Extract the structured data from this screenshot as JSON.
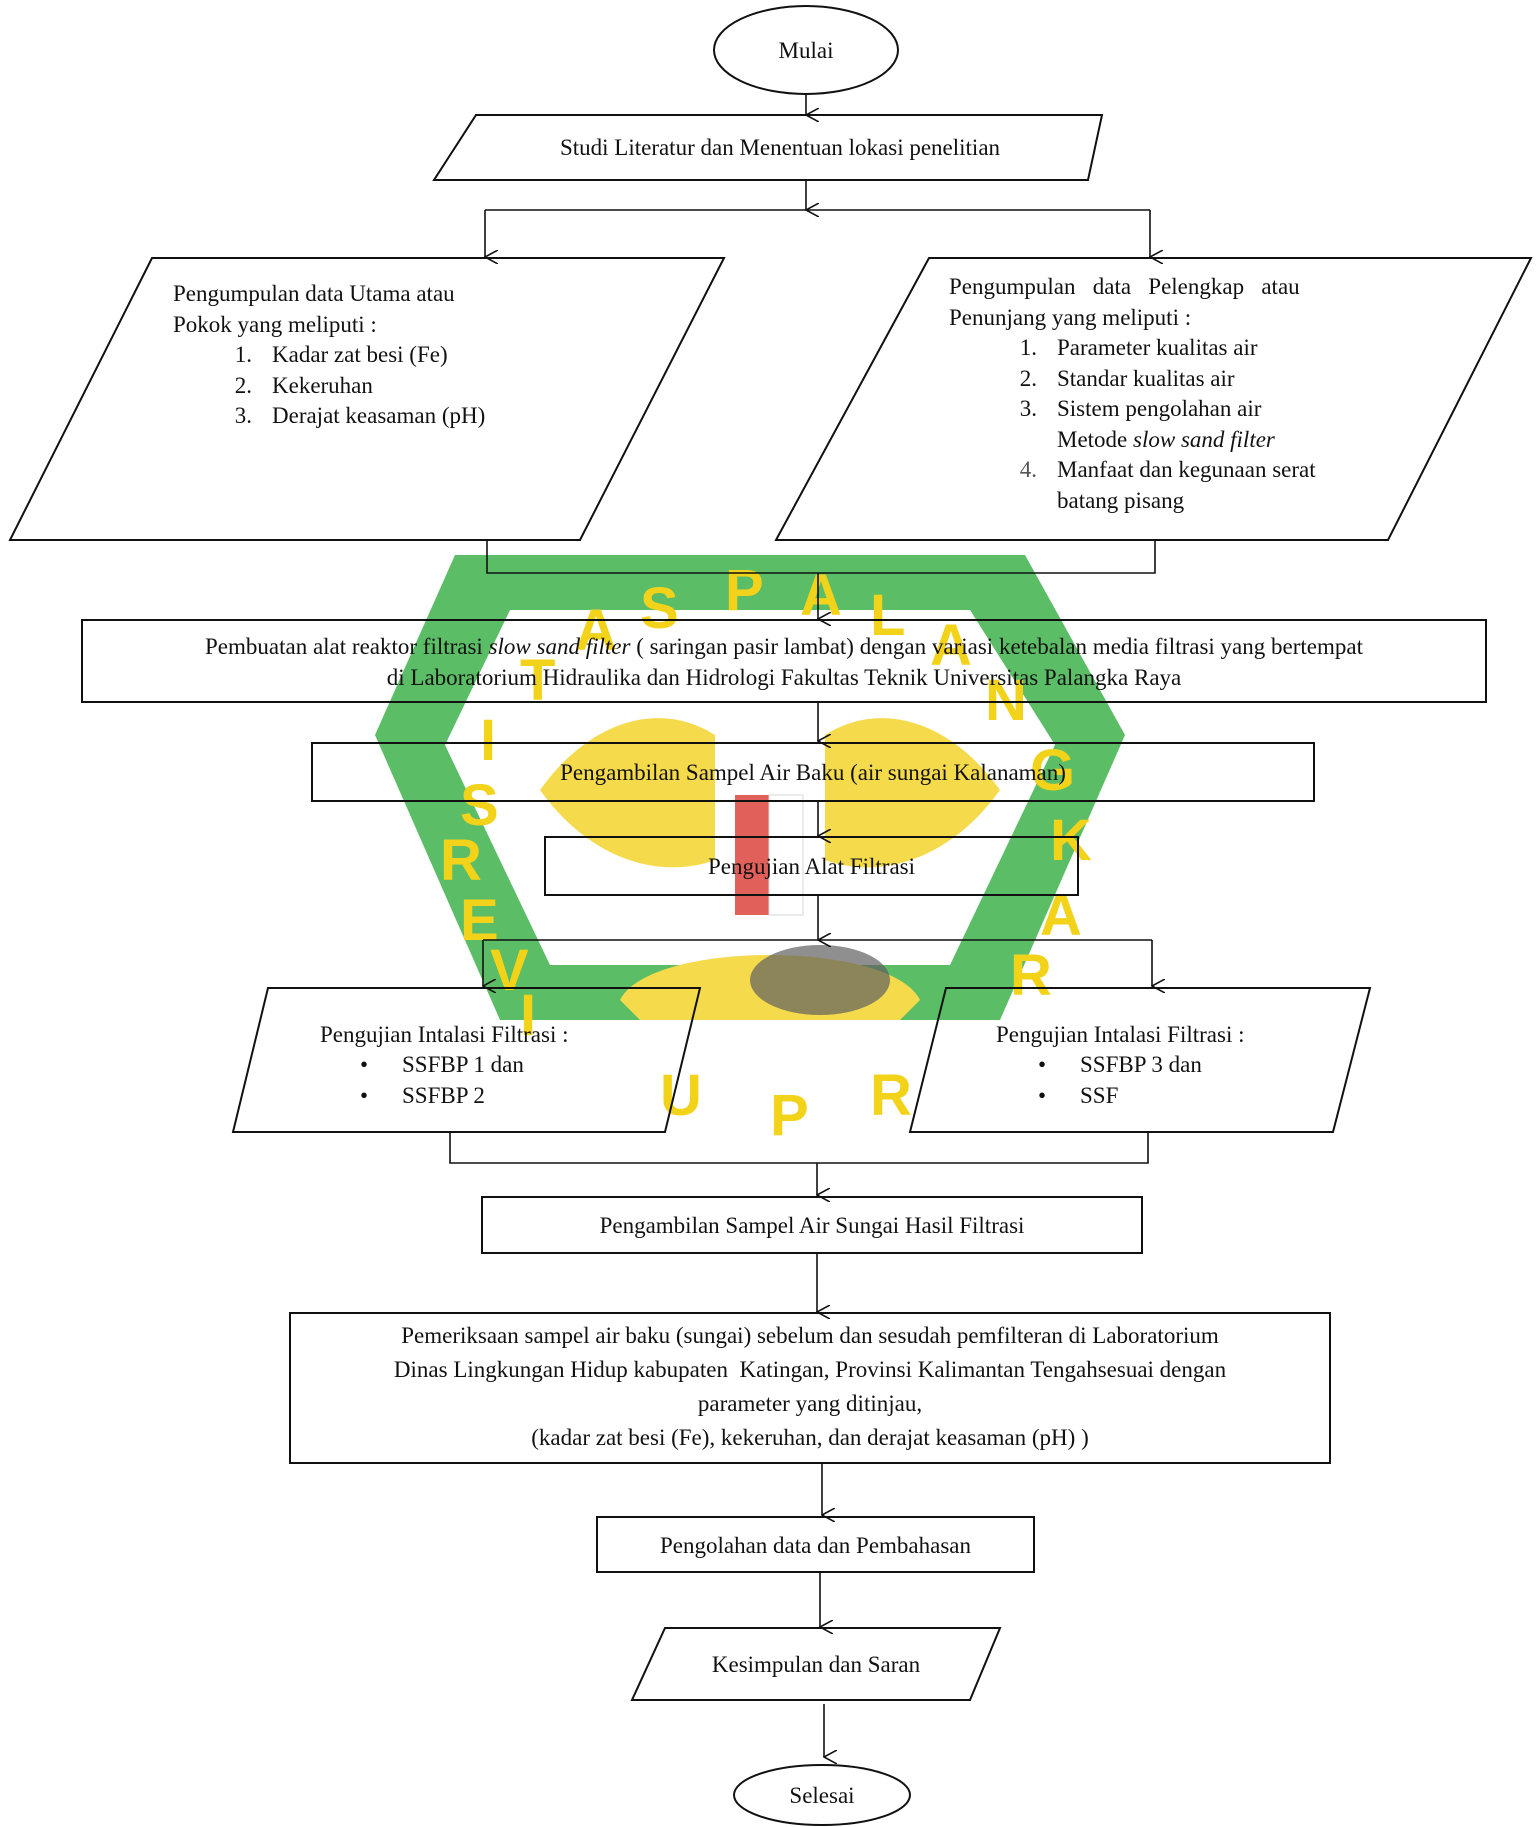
{
  "diagram": {
    "start": "Mulai",
    "step_literature": "Studi Literatur dan Menentuan lokasi penelitian",
    "primary_data": {
      "title_line1": "Pengumpulan data Utama atau",
      "title_line2": "Pokok yang meliputi :",
      "items": [
        {
          "num": "1.",
          "text": "Kadar zat besi (Fe)"
        },
        {
          "num": "2.",
          "text": "Kekeruhan"
        },
        {
          "num": "3.",
          "text": "Derajat keasaman (pH)"
        }
      ]
    },
    "secondary_data": {
      "title_line1": "Pengumpulan   data   Pelengkap   atau",
      "title_line2": "Penunjang yang meliputi :",
      "items": [
        {
          "num": "1.",
          "text": "Parameter kualitas air"
        },
        {
          "num": "2.",
          "text": "Standar kualitas air"
        },
        {
          "num": "3.",
          "text": "Sistem pengolahan air"
        },
        {
          "num": "",
          "text_plain": "Metode ",
          "text_italic": "slow sand filter"
        },
        {
          "num": "4.",
          "text": "Manfaat dan kegunaan serat"
        },
        {
          "num": "",
          "text": "batang pisang"
        }
      ]
    },
    "build_reactor": {
      "line1_a": "Pembuatan alat reaktor filtrasi ",
      "line1_italic": "slow sand filter",
      "line1_b": " ( saringan pasir lambat) dengan variasi ketebalan media filtrasi yang bertempat",
      "line2": "di Laboratorium Hidraulika dan Hidrologi Fakultas Teknik Universitas Palangka Raya"
    },
    "sample_raw": "Pengambilan Sampel Air Baku (air sungai Kalanaman)",
    "test_filter": "Pengujian Alat Filtrasi",
    "install_left": {
      "title": "Pengujian Intalasi Filtrasi :",
      "items": [
        "SSFBP  1 dan",
        "SSFBP 2"
      ]
    },
    "install_right": {
      "title": "Pengujian Intalasi Filtrasi :",
      "items": [
        "SSFBP  3 dan",
        "SSF"
      ]
    },
    "sample_result": "Pengambilan Sampel Air Sungai Hasil Filtrasi",
    "lab_exam": {
      "line1": "Pemeriksaan sampel air baku (sungai) sebelum dan sesudah pemfilteran di Laboratorium",
      "line2": "Dinas Lingkungan Hidup kabupaten  Katingan, Provinsi Kalimantan Tengahsesuai dengan",
      "line3": "parameter yang ditinjau,",
      "line4": "(kadar zat besi (Fe), kekeruhan, dan derajat keasaman (pH) )"
    },
    "processing": "Pengolahan data dan Pembahasan",
    "conclusion": "Kesimpulan dan Saran",
    "end": "Selesai",
    "watermark_letters": "UNIVERSITAS PALANGKARAYA",
    "watermark_bottom": "UPR"
  },
  "colors": {
    "line": "#111111",
    "watermark_green": "#2eab3a",
    "watermark_yellow": "#f3d21a",
    "watermark_red": "#d9342b"
  }
}
